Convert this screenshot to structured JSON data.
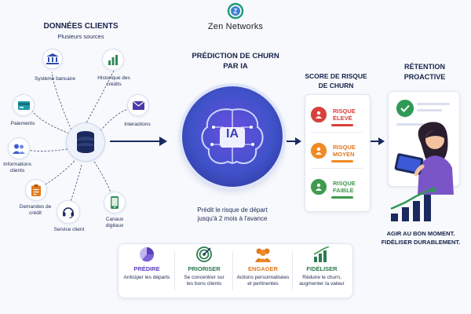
{
  "brand": {
    "name": "Zen Networks"
  },
  "sources": {
    "title": "DONNÉES CLIENTS",
    "subtitle": "Plusieurs sources",
    "items": [
      {
        "label": "Système bancaire",
        "icon": "bank-icon"
      },
      {
        "label": "Historique des crédits",
        "icon": "bar-chart-icon"
      },
      {
        "label": "Paiements",
        "icon": "credit-card-icon"
      },
      {
        "label": "Interactions",
        "icon": "envelope-icon"
      },
      {
        "label": "Informations clients",
        "icon": "users-icon"
      },
      {
        "label": "Demandes de crédit",
        "icon": "clipboard-icon"
      },
      {
        "label": "Service client",
        "icon": "headset-icon"
      },
      {
        "label": "Canaux digitaux",
        "icon": "smartphone-icon"
      }
    ]
  },
  "prediction": {
    "title_line1": "PRÉDICTION DE CHURN",
    "title_line2": "PAR IA",
    "badge": "IA",
    "caption_line1": "Prédit le risque de départ",
    "caption_line2": "jusqu'à 2 mois à l'avance"
  },
  "score": {
    "title_line1": "SCORE DE RISQUE",
    "title_line2": "DE CHURN",
    "levels": [
      {
        "line1": "RISQUE",
        "line2": "ÉLEVÉ",
        "color": "#d8413a"
      },
      {
        "line1": "RISQUE",
        "line2": "MOYEN",
        "color": "#f08a24"
      },
      {
        "line1": "RISQUE",
        "line2": "FAIBLE",
        "color": "#3f9a4e"
      }
    ]
  },
  "retention": {
    "title_line1": "RÉTENTION",
    "title_line2": "PROACTIVE",
    "tagline1": "AGIR AU BON MOMENT.",
    "tagline2": "FIDÉLISER DURABLEMENT."
  },
  "steps": [
    {
      "title": "PRÉDIRE",
      "desc1": "Anticiper les départs",
      "desc2": "",
      "color": "#5b3fbf",
      "icon": "pie-chart-icon"
    },
    {
      "title": "PRIORISER",
      "desc1": "Se concentrer sur",
      "desc2": "les bons clients",
      "color": "#2d7a4f",
      "icon": "target-icon"
    },
    {
      "title": "ENGAGER",
      "desc1": "Actions personnalisées",
      "desc2": "et pertinentes",
      "color": "#e07a1f",
      "icon": "group-icon"
    },
    {
      "title": "FIDÉLISER",
      "desc1": "Réduire le churn,",
      "desc2": "augmenter la valeur",
      "color": "#2d7a4f",
      "icon": "growth-chart-icon"
    }
  ],
  "colors": {
    "navy": "#16224a",
    "accent_blue": "#3b5bd6",
    "ai_purple": "#5a3fc8"
  }
}
